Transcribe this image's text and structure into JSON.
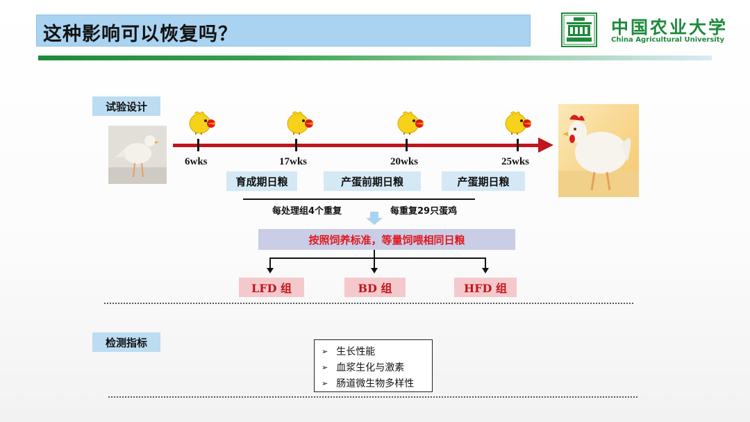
{
  "header": {
    "title": "这种影响可以恢复吗？",
    "logo_cn": "中国农业大学",
    "logo_en": "China Agricultural University",
    "colors": {
      "title_bg": "#a9d3f0",
      "brand_green": "#1e8a3c"
    }
  },
  "design": {
    "label": "试验设计",
    "timeline_weeks": [
      "6wks",
      "17wks",
      "20wks",
      "25wks"
    ],
    "stages": [
      "育成期日粮",
      "产蛋前期日粮",
      "产蛋期日粮"
    ],
    "note_left": "每处理组4个重复",
    "note_right": "每重复29只蛋鸡",
    "protocol": "按照饲养标准，等量饲喂相同日粮",
    "groups": [
      "LFD 组",
      "BD 组",
      "HFD 组"
    ],
    "colors": {
      "timeline": "#c0151d",
      "protocol_text": "#e0191f",
      "group_bg": "#f5c9cc"
    }
  },
  "indicators": {
    "label": "检测指标",
    "items": [
      "生长性能",
      "血浆生化与激素",
      "肠道微生物多样性"
    ]
  },
  "icons": {
    "chick": "chick-icon",
    "list_bullet": "arrowhead-right-icon"
  }
}
